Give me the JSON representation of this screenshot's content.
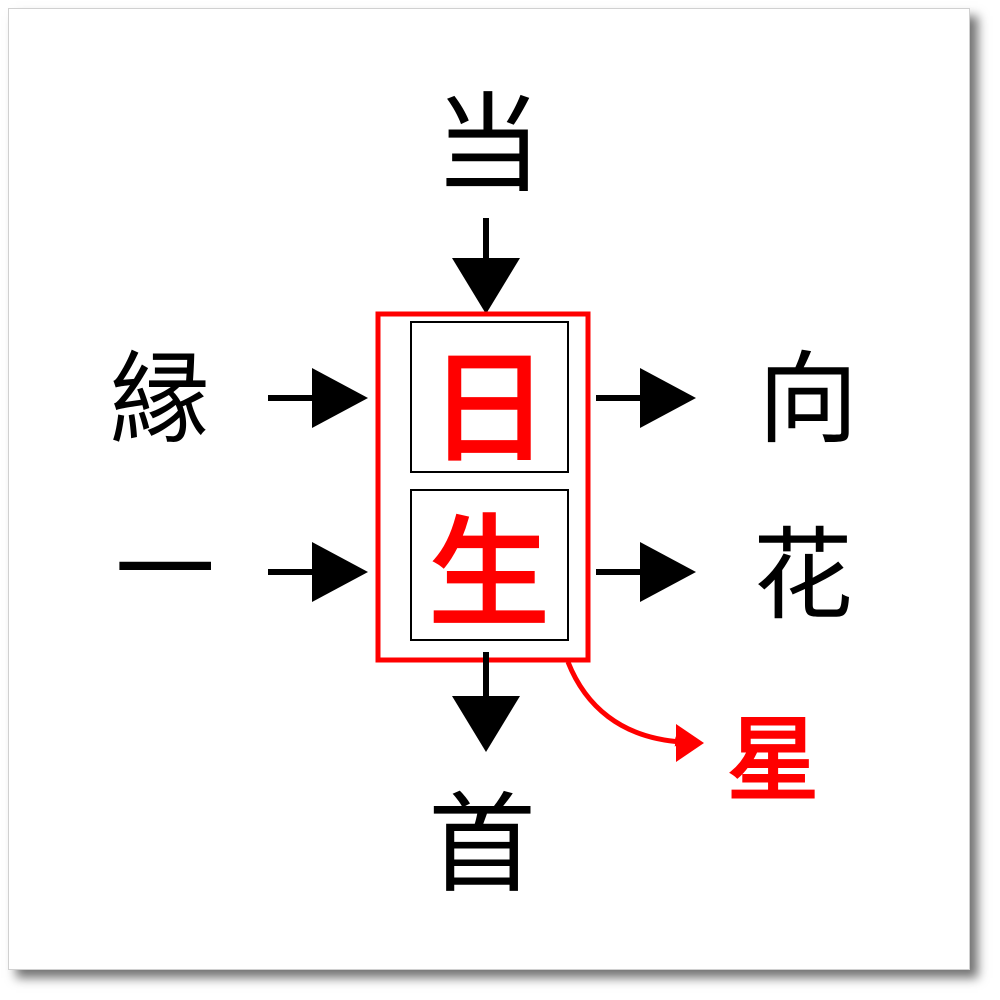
{
  "puzzle": {
    "top": "当",
    "left_upper": "縁",
    "left_lower": "一",
    "right_upper": "向",
    "right_lower": "花",
    "bottom": "首",
    "answer_upper": "日",
    "answer_lower": "生",
    "result": "星"
  },
  "colors": {
    "accent": "#ff0000",
    "ink": "#000000"
  }
}
